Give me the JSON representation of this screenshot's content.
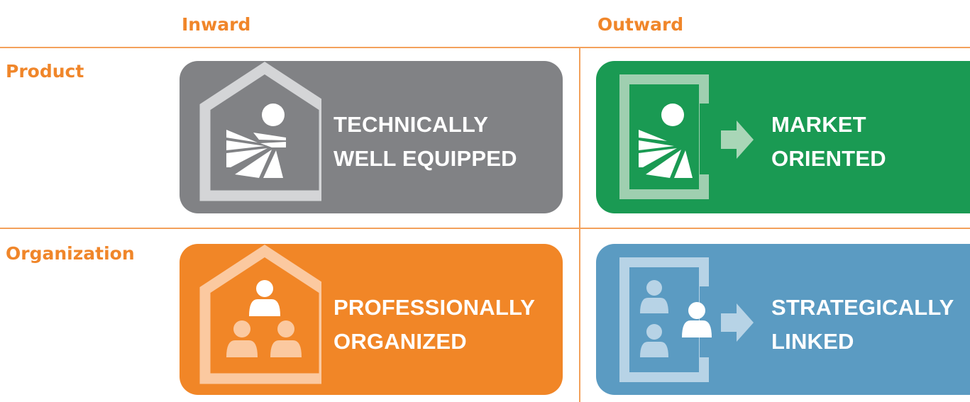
{
  "columns": {
    "inward": "Inward",
    "outward": "Outward"
  },
  "rows": {
    "product": "Product",
    "organization": "Organization"
  },
  "cards": {
    "technically": {
      "line1": "TECHNICALLY",
      "line2": "WELL EQUIPPED",
      "icon": "house-landscape-icon",
      "color": "#818285"
    },
    "market": {
      "line1": "MARKET",
      "line2": "ORIENTED",
      "icon": "landscape-arrow-out-icon",
      "color": "#1a9a53"
    },
    "professionally": {
      "line1": "PROFESSIONALLY",
      "line2": "ORGANIZED",
      "icon": "house-people-icon",
      "color": "#f18627"
    },
    "strategically": {
      "line1": "STRATEGICALLY",
      "line2": "LINKED",
      "icon": "people-arrow-out-icon",
      "color": "#5b9bc2"
    }
  },
  "colors": {
    "accent": "#f0862a",
    "divider": "#f3a15c"
  }
}
